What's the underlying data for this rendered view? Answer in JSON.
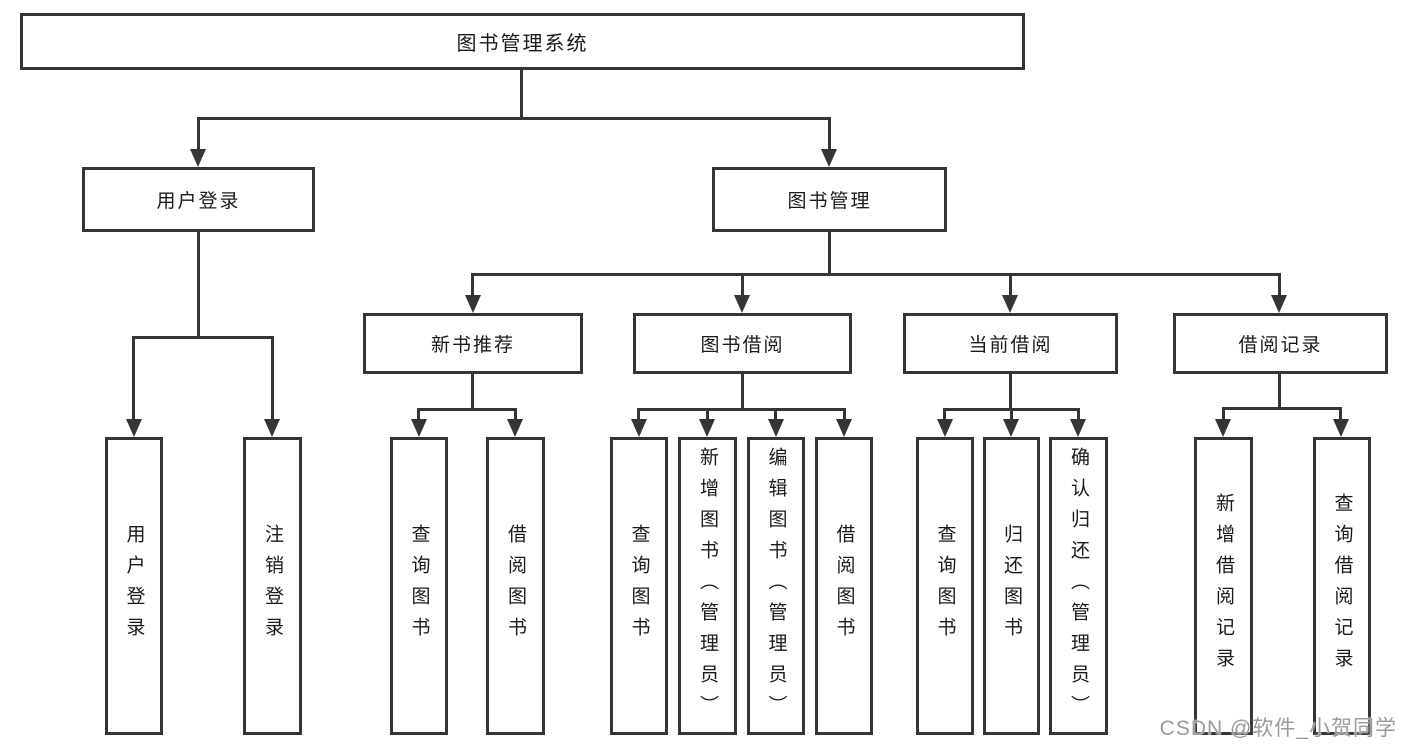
{
  "colors": {
    "line": "#353535",
    "text": "#1a1a1a",
    "box_background": "#ffffff",
    "watermark": "#9b9b9b"
  },
  "tree": {
    "root": {
      "label": "图书管理系统"
    },
    "level2": [
      {
        "label": "用户登录"
      },
      {
        "label": "图书管理"
      }
    ],
    "level3": [
      {
        "label": "新书推荐"
      },
      {
        "label": "图书借阅"
      },
      {
        "label": "当前借阅"
      },
      {
        "label": "借阅记录"
      }
    ],
    "leaves": {
      "user_login": [
        {
          "label": "用户登录"
        },
        {
          "label": "注销登录"
        }
      ],
      "new_books": [
        {
          "label": "查询图书"
        },
        {
          "label": "借阅图书"
        }
      ],
      "book_borrow": [
        {
          "label": "查询图书"
        },
        {
          "label": "新增图书（管理员）"
        },
        {
          "label": "编辑图书（管理员）"
        },
        {
          "label": "借阅图书"
        }
      ],
      "current_borrow": [
        {
          "label": "查询图书"
        },
        {
          "label": "归还图书"
        },
        {
          "label": "确认归还（管理员）"
        }
      ],
      "borrow_records": [
        {
          "label": "新增借阅记录"
        },
        {
          "label": "查询借阅记录"
        }
      ]
    }
  },
  "watermark": {
    "text": "CSDN @软件_小贺同学"
  }
}
